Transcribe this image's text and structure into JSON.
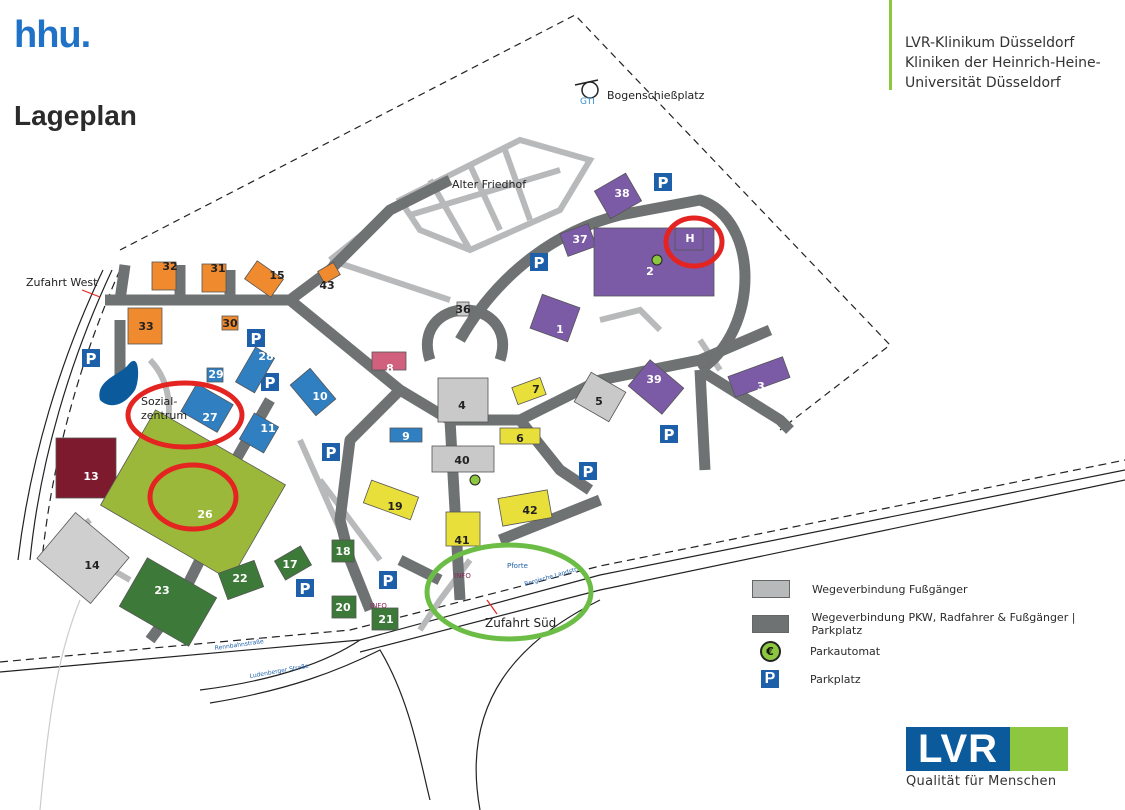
{
  "header": {
    "logo": "hhu.",
    "title": "Lageplan",
    "institution": [
      "LVR-Klinikum Düsseldorf",
      "Kliniken der Heinrich-Heine-",
      "Universität Düsseldorf"
    ]
  },
  "map": {
    "places": {
      "bogenschiessplatz": "Bogenschießplatz",
      "gti": "GTI",
      "alter_friedhof": "Alter Friedhof",
      "zufahrt_west": "Zufahrt West",
      "zufahrt_sued": "Zufahrt Süd",
      "sozialzentrum_1": "Sozial-",
      "sozialzentrum_2": "zentrum",
      "info_1": "INFO",
      "info_2": "INFO",
      "pforte": "Pforte"
    },
    "streets": {
      "rennbahnstrasse": "Rennbahnstraße",
      "ludenberger": "Ludenberger Straße",
      "bergische": "Bergische Landstr."
    },
    "parking_label": "P",
    "buildings": [
      {
        "id": "32",
        "color": "#ef8a2f"
      },
      {
        "id": "31",
        "color": "#ef8a2f"
      },
      {
        "id": "15",
        "color": "#ef8a2f"
      },
      {
        "id": "33",
        "color": "#ef8a2f"
      },
      {
        "id": "30",
        "color": "#ef8a2f"
      },
      {
        "id": "43",
        "color": "#ef8a2f"
      },
      {
        "id": "28",
        "color": "#2f7fc1"
      },
      {
        "id": "29",
        "color": "#2f7fc1"
      },
      {
        "id": "27",
        "color": "#2f7fc1"
      },
      {
        "id": "10",
        "color": "#2f7fc1"
      },
      {
        "id": "11",
        "color": "#2f7fc1"
      },
      {
        "id": "9",
        "color": "#2f7fc1"
      },
      {
        "id": "8",
        "color": "#d0607e"
      },
      {
        "id": "36",
        "color": "#c9c9c9"
      },
      {
        "id": "4",
        "color": "#c9c9c9"
      },
      {
        "id": "40",
        "color": "#c9c9c9"
      },
      {
        "id": "5",
        "color": "#c9c9c9"
      },
      {
        "id": "7",
        "color": "#e9df3b"
      },
      {
        "id": "6",
        "color": "#e9df3b"
      },
      {
        "id": "19",
        "color": "#e9df3b"
      },
      {
        "id": "41",
        "color": "#e9df3b"
      },
      {
        "id": "42",
        "color": "#e9df3b"
      },
      {
        "id": "38",
        "color": "#7b5ba6"
      },
      {
        "id": "37",
        "color": "#7b5ba6"
      },
      {
        "id": "1",
        "color": "#7b5ba6"
      },
      {
        "id": "2",
        "color": "#7b5ba6"
      },
      {
        "id": "H",
        "color": "#7b5ba6"
      },
      {
        "id": "39",
        "color": "#7b5ba6"
      },
      {
        "id": "3",
        "color": "#7b5ba6"
      },
      {
        "id": "13",
        "color": "#7d1a2e"
      },
      {
        "id": "26",
        "color": "#9cb83a"
      },
      {
        "id": "14",
        "color": "#cfcfcf"
      },
      {
        "id": "18",
        "color": "#3d7a39"
      },
      {
        "id": "17",
        "color": "#3d7a39"
      },
      {
        "id": "22",
        "color": "#3d7a39"
      },
      {
        "id": "23",
        "color": "#3d7a39"
      },
      {
        "id": "20",
        "color": "#3d7a39"
      },
      {
        "id": "21",
        "color": "#3d7a39"
      }
    ]
  },
  "legend": [
    {
      "label": "Wegeverbindung Fußgänger",
      "color": "#b8b9ba"
    },
    {
      "label": "Wegeverbindung PKW, Radfahrer & Fußgänger | Parkplatz",
      "color": "#6f7273"
    },
    {
      "label": "Parkautomat",
      "symbol": "€"
    },
    {
      "label": "Parkplatz",
      "symbol": "P"
    }
  ],
  "lvr_logo": {
    "text": "LVR",
    "slogan": "Qualität für Menschen"
  },
  "colors": {
    "hhu_blue": "#1f72c6",
    "highlight_red": "#e32421",
    "highlight_green": "#6cbd45",
    "road_dark": "#6f7273",
    "path_light": "#b8b9ba",
    "parking_blue": "#1d5fa8"
  }
}
